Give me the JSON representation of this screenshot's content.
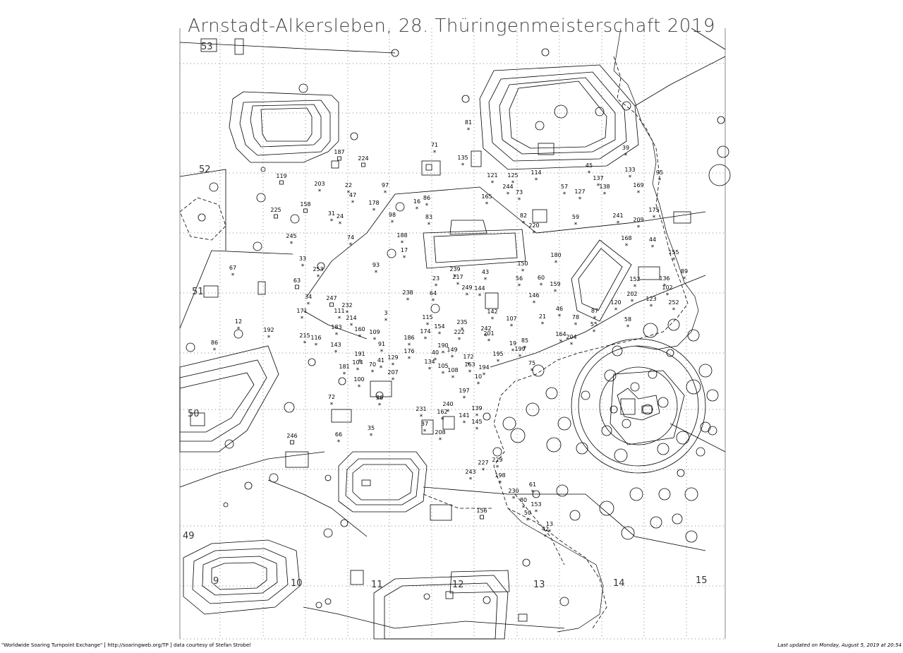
{
  "title": "Arnstadt-Alkersleben, 28. Thüringenmeisterschaft 2019",
  "footer": {
    "credit": "\"Worldwide Soaring Turnpoint Exchange\" [ http://soaringweb.org/TP ] data courtesy of Stefan Strobel",
    "updated": "Last updated on Monday, August 5, 2019 at 20:54"
  },
  "grid": {
    "lat_labels": [
      "53",
      "52",
      "51",
      "50",
      "49"
    ],
    "lon_labels": [
      "9",
      "10",
      "11",
      "12",
      "13",
      "14",
      "15"
    ]
  },
  "turnpoints": [
    {
      "id": "71",
      "type": "star"
    },
    {
      "id": "81",
      "type": "star"
    },
    {
      "id": "135",
      "type": "star"
    },
    {
      "id": "187",
      "type": "square"
    },
    {
      "id": "224",
      "type": "square"
    },
    {
      "id": "119",
      "type": "square"
    },
    {
      "id": "203",
      "type": "star"
    },
    {
      "id": "22",
      "type": "star"
    },
    {
      "id": "97",
      "type": "star"
    },
    {
      "id": "121",
      "type": "star"
    },
    {
      "id": "125",
      "type": "star"
    },
    {
      "id": "114",
      "type": "star"
    },
    {
      "id": "45",
      "type": "star"
    },
    {
      "id": "39",
      "type": "star"
    },
    {
      "id": "133",
      "type": "star"
    },
    {
      "id": "95",
      "type": "star"
    },
    {
      "id": "47",
      "type": "star"
    },
    {
      "id": "158",
      "type": "square"
    },
    {
      "id": "178",
      "type": "star"
    },
    {
      "id": "16",
      "type": "star"
    },
    {
      "id": "86",
      "type": "star"
    },
    {
      "id": "165",
      "type": "star"
    },
    {
      "id": "244",
      "type": "star"
    },
    {
      "id": "73",
      "type": "star"
    },
    {
      "id": "57",
      "type": "star"
    },
    {
      "id": "127",
      "type": "star"
    },
    {
      "id": "137",
      "type": "star"
    },
    {
      "id": "138",
      "type": "star"
    },
    {
      "id": "169",
      "type": "star"
    },
    {
      "id": "225",
      "type": "square"
    },
    {
      "id": "31",
      "type": "star"
    },
    {
      "id": "24",
      "type": "star"
    },
    {
      "id": "98",
      "type": "star"
    },
    {
      "id": "83",
      "type": "star"
    },
    {
      "id": "82",
      "type": "star"
    },
    {
      "id": "59",
      "type": "star"
    },
    {
      "id": "241",
      "type": "star"
    },
    {
      "id": "175",
      "type": "star"
    },
    {
      "id": "209",
      "type": "star"
    },
    {
      "id": "220",
      "type": "star"
    },
    {
      "id": "245",
      "type": "star"
    },
    {
      "id": "74",
      "type": "star"
    },
    {
      "id": "188",
      "type": "star"
    },
    {
      "id": "17",
      "type": "star"
    },
    {
      "id": "168",
      "type": "star"
    },
    {
      "id": "44",
      "type": "star"
    },
    {
      "id": "155",
      "type": "star"
    },
    {
      "id": "180",
      "type": "star"
    },
    {
      "id": "33",
      "type": "star"
    },
    {
      "id": "67",
      "type": "star"
    },
    {
      "id": "253",
      "type": "star"
    },
    {
      "id": "93",
      "type": "star"
    },
    {
      "id": "150",
      "type": "star"
    },
    {
      "id": "89",
      "type": "star"
    },
    {
      "id": "63",
      "type": "square"
    },
    {
      "id": "239",
      "type": "star"
    },
    {
      "id": "217",
      "type": "star"
    },
    {
      "id": "43",
      "type": "star"
    },
    {
      "id": "23",
      "type": "star"
    },
    {
      "id": "60",
      "type": "star"
    },
    {
      "id": "56",
      "type": "star"
    },
    {
      "id": "159",
      "type": "star"
    },
    {
      "id": "152",
      "type": "star"
    },
    {
      "id": "136",
      "type": "star"
    },
    {
      "id": "102",
      "type": "star"
    },
    {
      "id": "238",
      "type": "star"
    },
    {
      "id": "64",
      "type": "star"
    },
    {
      "id": "249",
      "type": "star"
    },
    {
      "id": "144",
      "type": "star"
    },
    {
      "id": "146",
      "type": "star"
    },
    {
      "id": "202",
      "type": "star"
    },
    {
      "id": "34",
      "type": "star"
    },
    {
      "id": "247",
      "type": "square"
    },
    {
      "id": "232",
      "type": "star"
    },
    {
      "id": "111",
      "type": "star"
    },
    {
      "id": "171",
      "type": "star"
    },
    {
      "id": "214",
      "type": "star"
    },
    {
      "id": "3",
      "type": "star"
    },
    {
      "id": "115",
      "type": "star"
    },
    {
      "id": "142",
      "type": "star"
    },
    {
      "id": "107",
      "type": "star"
    },
    {
      "id": "21",
      "type": "star"
    },
    {
      "id": "46",
      "type": "star"
    },
    {
      "id": "78",
      "type": "star"
    },
    {
      "id": "87",
      "type": "star"
    },
    {
      "id": "120",
      "type": "star"
    },
    {
      "id": "123",
      "type": "star"
    },
    {
      "id": "252",
      "type": "star"
    },
    {
      "id": "12",
      "type": "star"
    },
    {
      "id": "192",
      "type": "star"
    },
    {
      "id": "183",
      "type": "star"
    },
    {
      "id": "160",
      "type": "star"
    },
    {
      "id": "109",
      "type": "star"
    },
    {
      "id": "235",
      "type": "star"
    },
    {
      "id": "154",
      "type": "star"
    },
    {
      "id": "174",
      "type": "star"
    },
    {
      "id": "186",
      "type": "star"
    },
    {
      "id": "222",
      "type": "star"
    },
    {
      "id": "242",
      "type": "star"
    },
    {
      "id": "201",
      "type": "star"
    },
    {
      "id": "55",
      "type": "star"
    },
    {
      "id": "58",
      "type": "star"
    },
    {
      "id": "86",
      "type": "star"
    },
    {
      "id": "215",
      "type": "star"
    },
    {
      "id": "116",
      "type": "star"
    },
    {
      "id": "143",
      "type": "star"
    },
    {
      "id": "91",
      "type": "star"
    },
    {
      "id": "190",
      "type": "star"
    },
    {
      "id": "149",
      "type": "star"
    },
    {
      "id": "19",
      "type": "star"
    },
    {
      "id": "85",
      "type": "star"
    },
    {
      "id": "164",
      "type": "star"
    },
    {
      "id": "204",
      "type": "star"
    },
    {
      "id": "191",
      "type": "star"
    },
    {
      "id": "176",
      "type": "star"
    },
    {
      "id": "40",
      "type": "star"
    },
    {
      "id": "172",
      "type": "star"
    },
    {
      "id": "195",
      "type": "star"
    },
    {
      "id": "199",
      "type": "star"
    },
    {
      "id": "104",
      "type": "star"
    },
    {
      "id": "70",
      "type": "star"
    },
    {
      "id": "41",
      "type": "star"
    },
    {
      "id": "129",
      "type": "star"
    },
    {
      "id": "134",
      "type": "star"
    },
    {
      "id": "105",
      "type": "star"
    },
    {
      "id": "163",
      "type": "star"
    },
    {
      "id": "194",
      "type": "star"
    },
    {
      "id": "75",
      "type": "star"
    },
    {
      "id": "181",
      "type": "star"
    },
    {
      "id": "207",
      "type": "star"
    },
    {
      "id": "108",
      "type": "star"
    },
    {
      "id": "100",
      "type": "star"
    },
    {
      "id": "10",
      "type": "star"
    },
    {
      "id": "197",
      "type": "star"
    },
    {
      "id": "72",
      "type": "star"
    },
    {
      "id": "36",
      "type": "star"
    },
    {
      "id": "231",
      "type": "star"
    },
    {
      "id": "240",
      "type": "star"
    },
    {
      "id": "162",
      "type": "star"
    },
    {
      "id": "141",
      "type": "star"
    },
    {
      "id": "139",
      "type": "star"
    },
    {
      "id": "37",
      "type": "star"
    },
    {
      "id": "145",
      "type": "star"
    },
    {
      "id": "35",
      "type": "star"
    },
    {
      "id": "66",
      "type": "star"
    },
    {
      "id": "208",
      "type": "star"
    },
    {
      "id": "246",
      "type": "square"
    },
    {
      "id": "227",
      "type": "star"
    },
    {
      "id": "229",
      "type": "star"
    },
    {
      "id": "243",
      "type": "star"
    },
    {
      "id": "198",
      "type": "star"
    },
    {
      "id": "61",
      "type": "star"
    },
    {
      "id": "230",
      "type": "star"
    },
    {
      "id": "80",
      "type": "star"
    },
    {
      "id": "156",
      "type": "square"
    },
    {
      "id": "153",
      "type": "star"
    },
    {
      "id": "50",
      "type": "star"
    },
    {
      "id": "13",
      "type": "star"
    },
    {
      "id": "42",
      "type": "star"
    }
  ]
}
